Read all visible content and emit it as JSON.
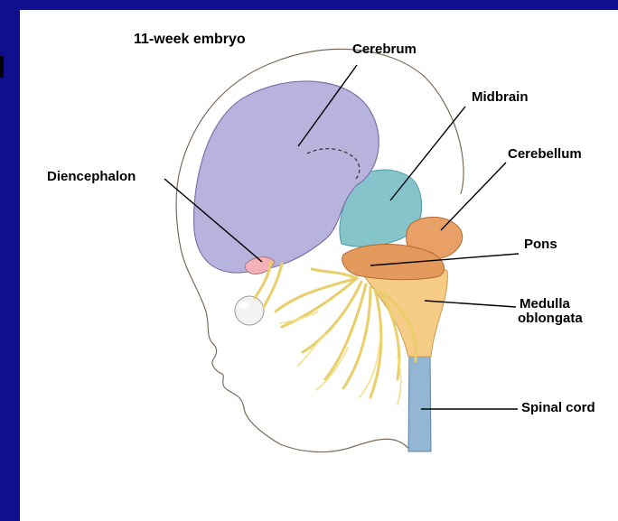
{
  "title": "11-week embryo",
  "labels": {
    "cerebrum": "Cerebrum",
    "midbrain": "Midbrain",
    "cerebellum": "Cerebellum",
    "diencephalon": "Diencephalon",
    "pons": "Pons",
    "medulla_line1": "Medulla",
    "medulla_line2": "oblongata",
    "spinal_cord": "Spinal cord"
  },
  "colors": {
    "frame": "#10108f",
    "cerebrum": "#b8b3dc",
    "midbrain": "#86c4cc",
    "cerebellum": "#e8a066",
    "pons": "#e39a5c",
    "medulla": "#f6cc86",
    "spinal_cord": "#93b6d4",
    "diencephalon": "#f2b2b8",
    "nerves": "#f4e08a"
  }
}
